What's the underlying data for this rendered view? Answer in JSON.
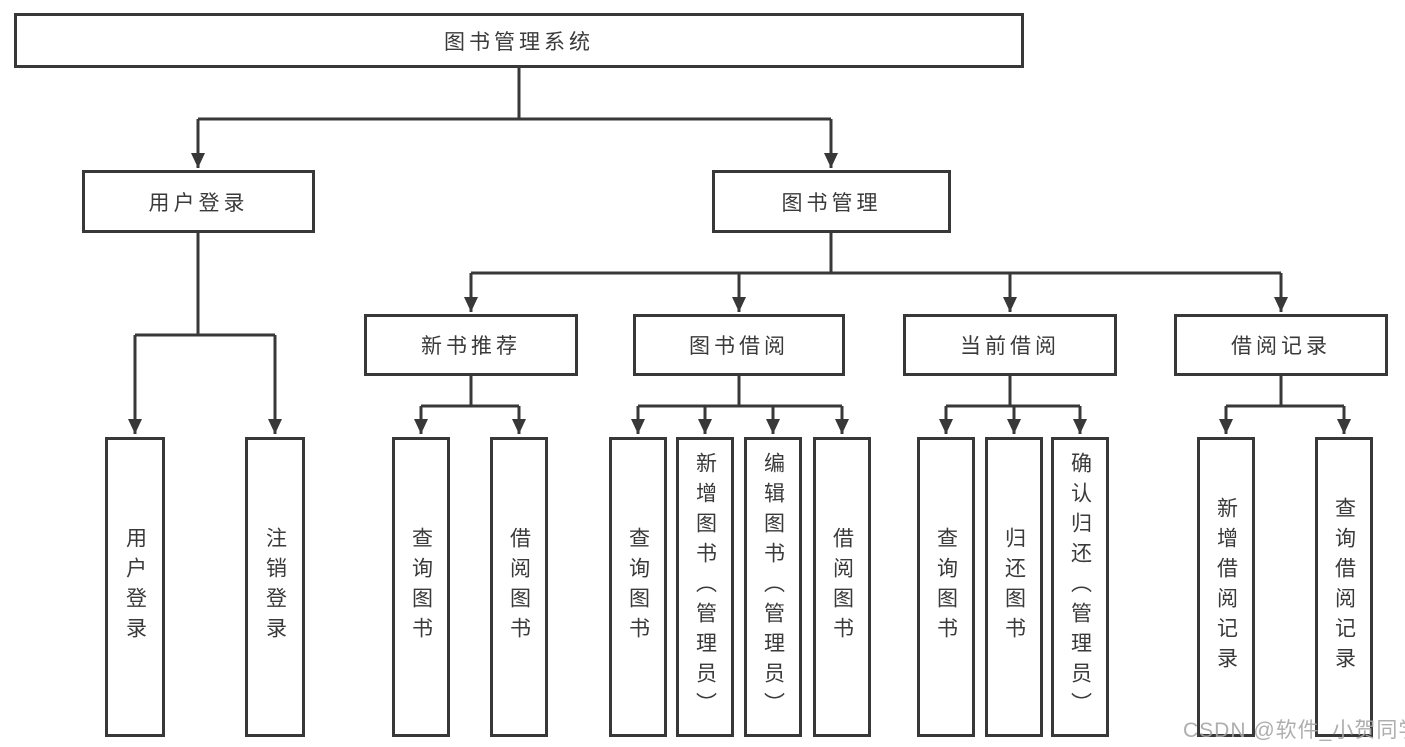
{
  "diagram": {
    "root": "图书管理系统",
    "user_login": {
      "label": "用户登录",
      "children": [
        "用户登录",
        "注销登录"
      ]
    },
    "book_management": {
      "label": "图书管理",
      "sections": [
        {
          "label": "新书推荐",
          "children": [
            "查询图书",
            "借阅图书"
          ]
        },
        {
          "label": "图书借阅",
          "children": [
            "查询图书",
            "新增图书（管理员）",
            "编辑图书（管理员）",
            "借阅图书"
          ]
        },
        {
          "label": "当前借阅",
          "children": [
            "查询图书",
            "归还图书",
            "确认归还（管理员）"
          ]
        },
        {
          "label": "借阅记录",
          "children": [
            "新增借阅记录",
            "查询借阅记录"
          ]
        }
      ]
    },
    "watermark": "CSDN @软件_小贺同学",
    "colors": {
      "line": "#383838",
      "text": "#3a3a3a",
      "box_fill": "#ffffff",
      "watermark": "#a5a5a5",
      "background": "#ffffff"
    }
  }
}
